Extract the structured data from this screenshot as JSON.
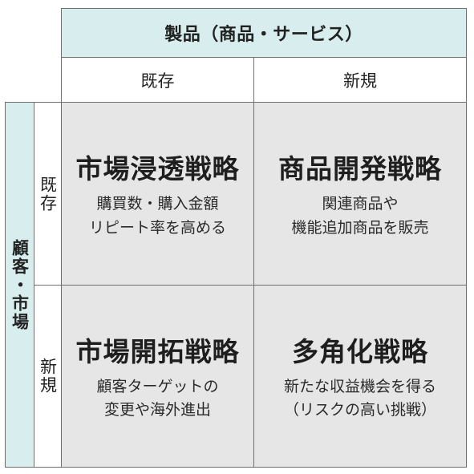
{
  "product_header": "製品（商品・サービス）",
  "columns": {
    "existing": "既存",
    "new": "新規"
  },
  "market_header": "顧客・市場",
  "rows": {
    "existing": "既存",
    "new": "新規"
  },
  "quadrants": {
    "existing_existing": {
      "title": "市場浸透戦略",
      "line1": "購買数・購入金額",
      "line2": "リピート率を高める"
    },
    "existing_new": {
      "title": "商品開発戦略",
      "line1": "関連商品や",
      "line2": "機能追加商品を販売"
    },
    "new_existing": {
      "title": "市場開拓戦略",
      "line1": "顧客ターゲットの",
      "line2": "変更や海外進出"
    },
    "new_new": {
      "title": "多角化戦略",
      "line1": "新たな収益機会を得る",
      "line2": "（リスクの高い挑戦）"
    }
  },
  "colors": {
    "header_fill": "#d8eeee",
    "quadrant_fill": "#e6e6e6",
    "border": "#6f6f6f"
  }
}
